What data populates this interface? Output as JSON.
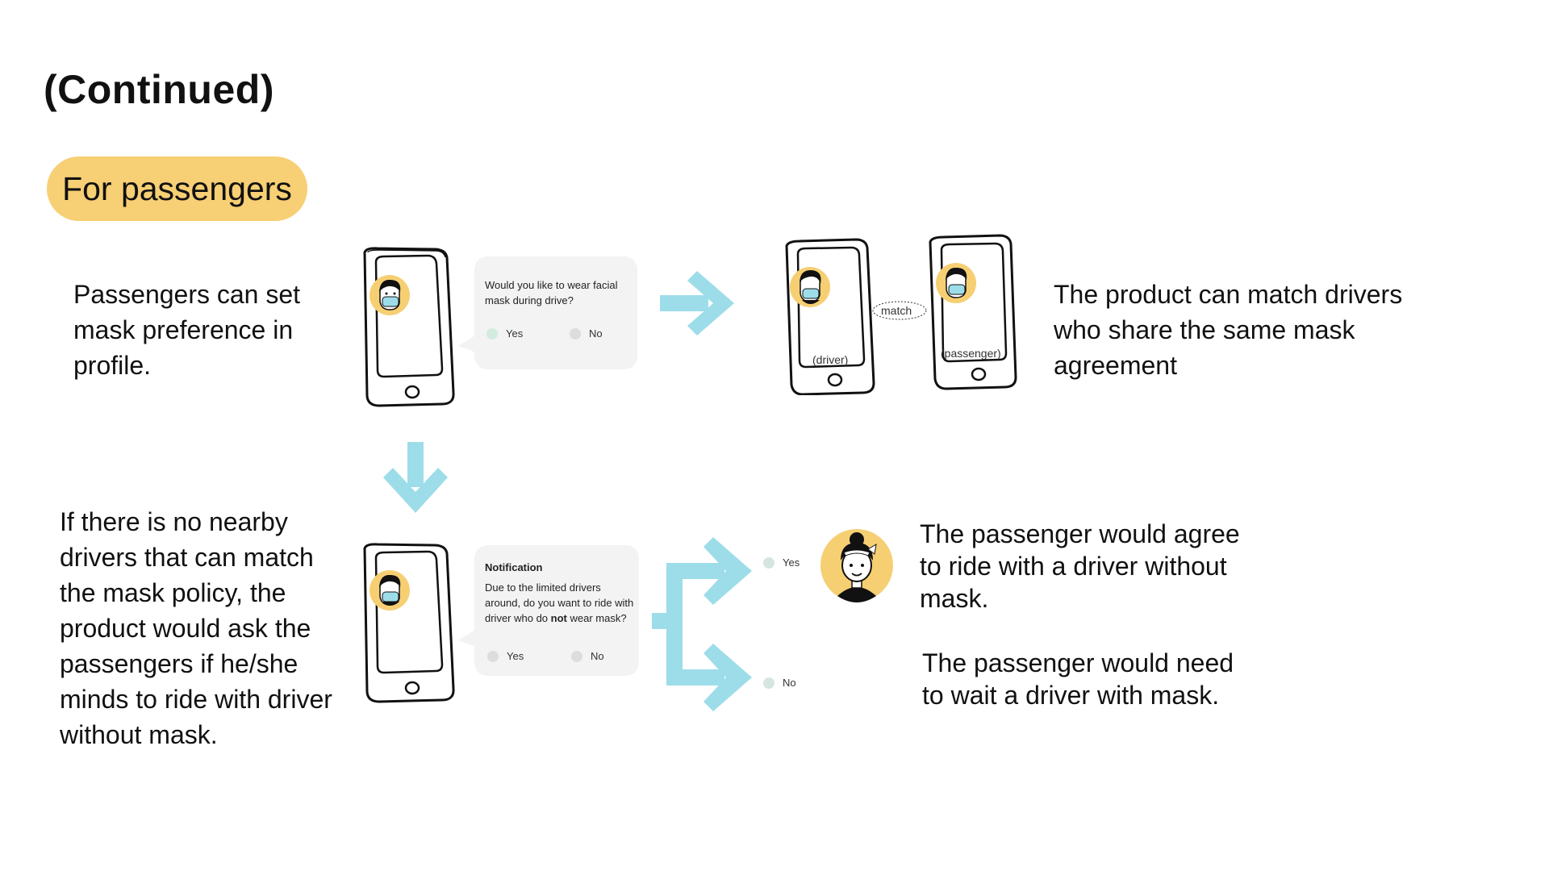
{
  "title": "(Continued)",
  "section_pill": "For passengers",
  "paragraphs": {
    "set_preference": "Passengers can set mask preference in profile.",
    "match": "The product can match drivers who share the same mask agreement",
    "no_match": "If there is no nearby drivers that can match the mask policy, the product would ask the passengers if he/she minds to ride with driver without mask.",
    "agree": "The passenger would agree to ride with a driver without mask.",
    "wait": "The passenger would need to wait a driver with mask."
  },
  "profile_card": {
    "question": "Would you like to wear facial mask during drive?",
    "yes": "Yes",
    "no": "No"
  },
  "notification_card": {
    "heading": "Notification",
    "text_before": "Due to the limited drivers around, do you want to ride with driver who do ",
    "text_bold": "not",
    "text_after": " wear mask?",
    "yes": "Yes",
    "no": "No"
  },
  "match_diagram": {
    "driver_label": "(driver)",
    "passenger_label": "(passenger)",
    "match_label": "match"
  },
  "branch": {
    "yes": "Yes",
    "no": "No"
  },
  "colors": {
    "pill": "#f7cf74",
    "arrow": "#9ddde9",
    "avatar_bg": "#f6cf73",
    "card_bg": "#f3f3f3"
  },
  "icons": [
    "phone-icon",
    "masked-avatar-icon",
    "driver-avatar-icon",
    "passenger-avatar-icon",
    "woman-avatar-icon",
    "arrow-right-icon",
    "arrow-down-icon",
    "branch-arrow-icon"
  ]
}
